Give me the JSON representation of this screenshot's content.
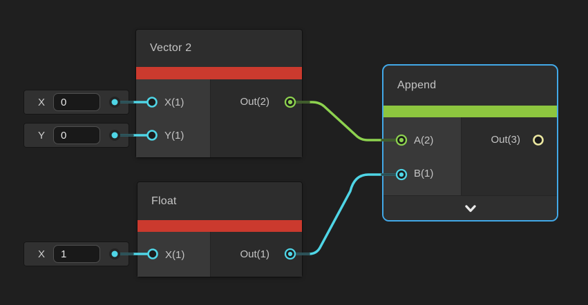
{
  "nodes": {
    "vector2": {
      "title": "Vector 2",
      "ports": {
        "in1": "X(1)",
        "in2": "Y(1)",
        "out": "Out(2)"
      }
    },
    "float1": {
      "title": "Float",
      "ports": {
        "in1": "X(1)",
        "out": "Out(1)"
      }
    },
    "append": {
      "title": "Append",
      "selected": true,
      "ports": {
        "in1": "A(2)",
        "in2": "B(1)",
        "out": "Out(3)"
      }
    }
  },
  "widgets": {
    "vec_x": {
      "label": "X",
      "value": "0"
    },
    "vec_y": {
      "label": "Y",
      "value": "0"
    },
    "float_x": {
      "label": "X",
      "value": "1"
    }
  },
  "colors": {
    "canvas_bg": "#1f1f1f",
    "accent_vector_red": "#cb3a2e",
    "accent_append_green": "#8dc63f",
    "wire_cyan": "#4fd5e6",
    "wire_green": "#8dd24f",
    "port_yellow": "#ebe7a0",
    "selection_blue": "#42a9e8"
  }
}
